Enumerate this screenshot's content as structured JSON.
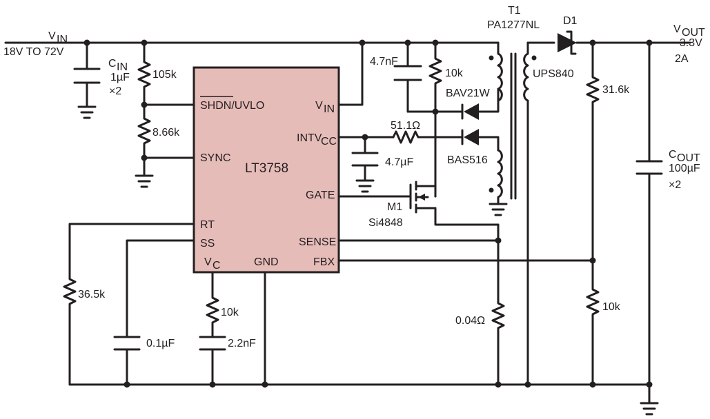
{
  "colors": {
    "ic_fill": "#e6bcb8",
    "wire": "#231f20"
  },
  "labels": {
    "vin_title": "V",
    "vin_sub": "IN",
    "vin_range": "18V TO 72V",
    "cin_name": "C",
    "cin_sub": "IN",
    "cin_val": "1µF",
    "cin_mult": "×2",
    "r_105k": "105k",
    "r_866k": "8.66k",
    "ic_name": "LT3758",
    "pin_shdn": "SHDN/UVLO",
    "pin_vin": "V",
    "pin_vin_sub": "IN",
    "pin_sync": "SYNC",
    "pin_intvcc": "INTV",
    "pin_intvcc_sub": "CC",
    "pin_gate": "GATE",
    "pin_rt": "RT",
    "pin_ss": "SS",
    "pin_sense": "SENSE",
    "pin_vc": "V",
    "pin_vc_sub": "C",
    "pin_gnd": "GND",
    "pin_fbx": "FBX",
    "c_47nf": "4.7nF",
    "r_10k_top": "10k",
    "r_511": "51.1Ω",
    "c_47uf": "4.7µF",
    "bav21w": "BAV21W",
    "bas516": "BAS516",
    "t1_name": "T1",
    "t1_part": "PA1277NL",
    "d1_name": "D1",
    "d1_part": "UPS840",
    "m1_name": "M1",
    "m1_part": "Si4848",
    "r_365k": "36.5k",
    "c_01uf": "0.1µF",
    "r_10k_vc": "10k",
    "c_22nf": "2.2nF",
    "r_sense": "0.04Ω",
    "r_316k": "31.6k",
    "r_10k_fb": "10k",
    "vout_title": "V",
    "vout_sub": "OUT",
    "vout_val": "–3.3V",
    "vout_cur": "2A",
    "cout_name": "C",
    "cout_sub": "OUT",
    "cout_val": "100µF",
    "cout_mult": "×2"
  }
}
